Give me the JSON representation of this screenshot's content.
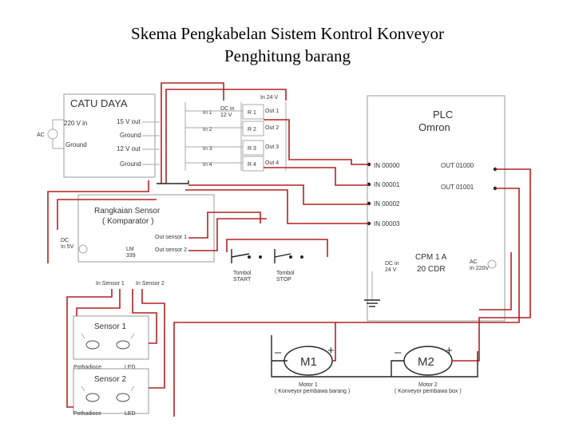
{
  "title": {
    "line1": "Skema Pengkabelan Sistem Kontrol Konveyor",
    "line2": "Penghitung barang"
  },
  "power_supply": {
    "label": "CATU DAYA",
    "ac_label": "AC",
    "input_rows": [
      "220 V in",
      "Ground"
    ],
    "output_rows": [
      "15 V out",
      "Ground",
      "12 V out",
      "Ground"
    ]
  },
  "relays": {
    "top_label": "In 24 V",
    "dc_label": "DC in\n12 V",
    "inputs": [
      "In 1",
      "In 2",
      "In 3",
      "In 4"
    ],
    "relays": [
      "R 1",
      "R 2",
      "R 3",
      "R 4"
    ],
    "outputs": [
      "Out 1",
      "Out 2",
      "Out 3",
      "Out 4"
    ]
  },
  "plc": {
    "brand": "PLC",
    "maker": "Omron",
    "inputs": [
      "IN 00000",
      "IN 00001",
      "IN 00002",
      "IN 00003"
    ],
    "outputs": [
      "OUT 01000",
      "OUT 01001"
    ],
    "dc_label": "DC in\n24 V",
    "model_line1": "CPM 1 A",
    "model_line2": "20 CDR",
    "ac_label": "AC\nIn 220V"
  },
  "sensor_circuit": {
    "title_line1": "Rangkaian Sensor",
    "title_line2": "( Komparator )",
    "dc_label": "DC\nIn 5V",
    "lm_label": "LM\n339",
    "outputs": [
      "Out sensor 1",
      "Out sensor 2"
    ],
    "inputs": [
      "In Sensor 1",
      "In Sensor 2"
    ]
  },
  "switches": {
    "start": "Tombol\nSTART",
    "stop": "Tombol\nSTOP"
  },
  "sensors": [
    {
      "label": "Sensor 1",
      "left": "Pothadioce",
      "right": "LED"
    },
    {
      "label": "Sensor 2",
      "left": "Pothadioce",
      "right": "LED"
    }
  ],
  "motors": [
    {
      "label": "M1",
      "caption": "Motor 1\n( Konveyor pembawa barang )"
    },
    {
      "label": "M2",
      "caption": "Motor 2\n( Konveyor pembawa box )"
    }
  ],
  "colors": {
    "wire_red": "#b22222",
    "wire_black": "#222222",
    "block_border": "#999999"
  }
}
